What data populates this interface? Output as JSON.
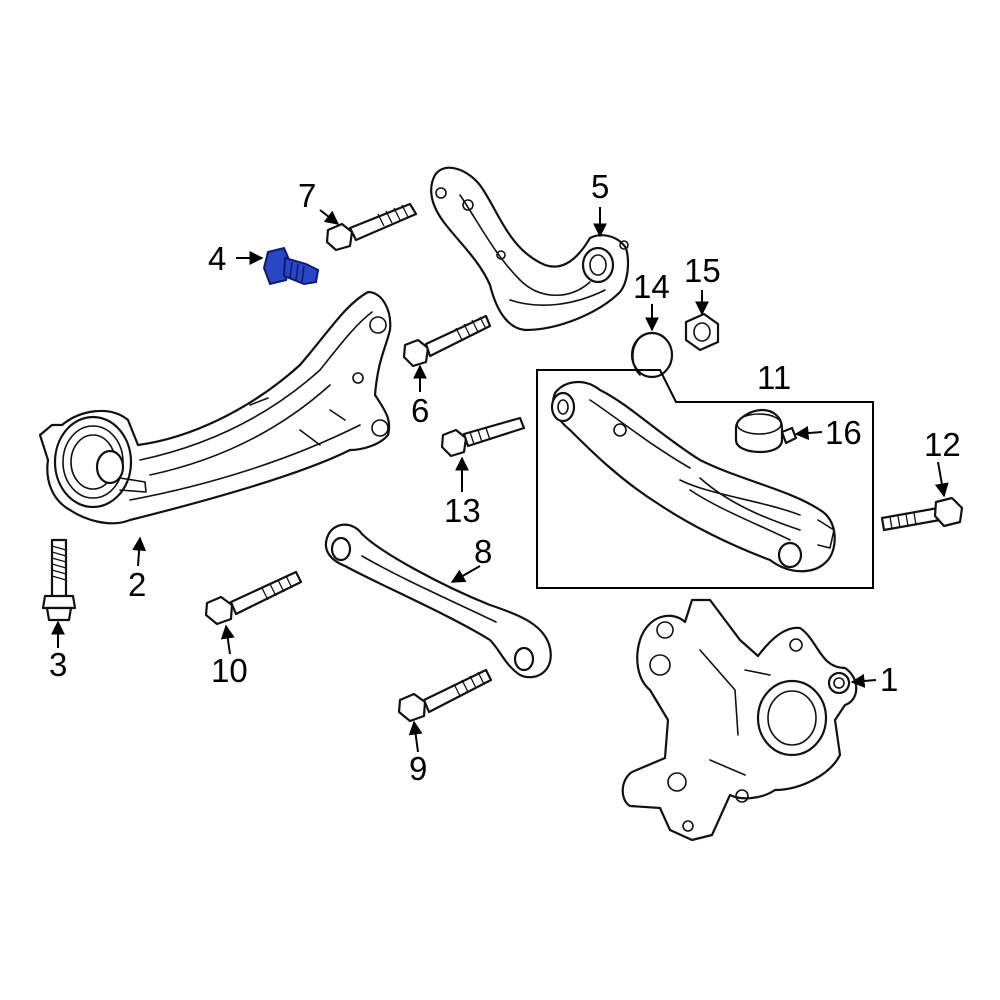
{
  "callouts": {
    "c1": "1",
    "c2": "2",
    "c3": "3",
    "c4": "4",
    "c5": "5",
    "c6": "6",
    "c7": "7",
    "c8": "8",
    "c9": "9",
    "c10": "10",
    "c11": "11",
    "c12": "12",
    "c13": "13",
    "c14": "14",
    "c15": "15",
    "c16": "16"
  },
  "colors": {
    "highlight_part": "#2b46c4",
    "line_art": "#111111",
    "background": "#ffffff"
  },
  "highlighted_callout": "4"
}
